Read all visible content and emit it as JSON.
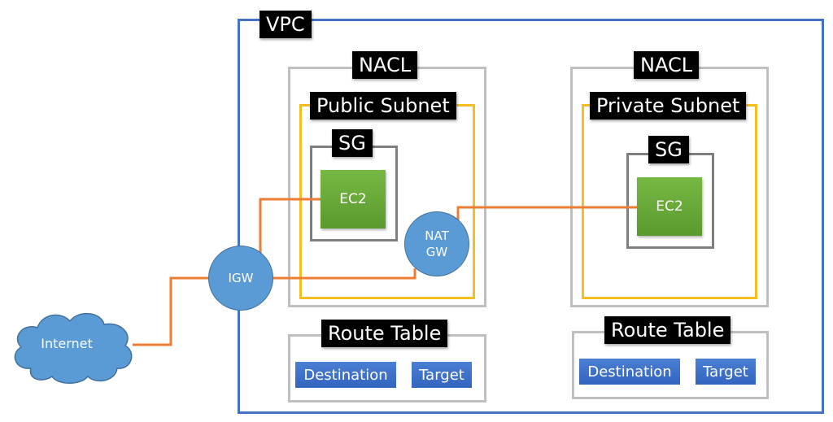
{
  "colors": {
    "vpc_border": "#4472c4",
    "nacl_border": "#bfbfbf",
    "subnet_border": "#f5bd1f",
    "sg_border": "#7f7f7f",
    "ec2_fill": "#6aab38",
    "gateway_fill": "#5b9bd5",
    "connection_line": "#ed7d31",
    "route_cell_fill": "#4472c4"
  },
  "vpc": {
    "label": "VPC"
  },
  "internet": {
    "label": "Internet"
  },
  "igw": {
    "label": "IGW"
  },
  "public": {
    "nacl_label": "NACL",
    "subnet_label": "Public Subnet",
    "sg_label": "SG",
    "ec2_label": "EC2",
    "nat_line1": "NAT",
    "nat_line2": "GW",
    "route_table": {
      "title": "Route Table",
      "destination": "Destination",
      "target": "Target"
    }
  },
  "private": {
    "nacl_label": "NACL",
    "subnet_label": "Private Subnet",
    "sg_label": "SG",
    "ec2_label": "EC2",
    "route_table": {
      "title": "Route Table",
      "destination": "Destination",
      "target": "Target"
    }
  }
}
